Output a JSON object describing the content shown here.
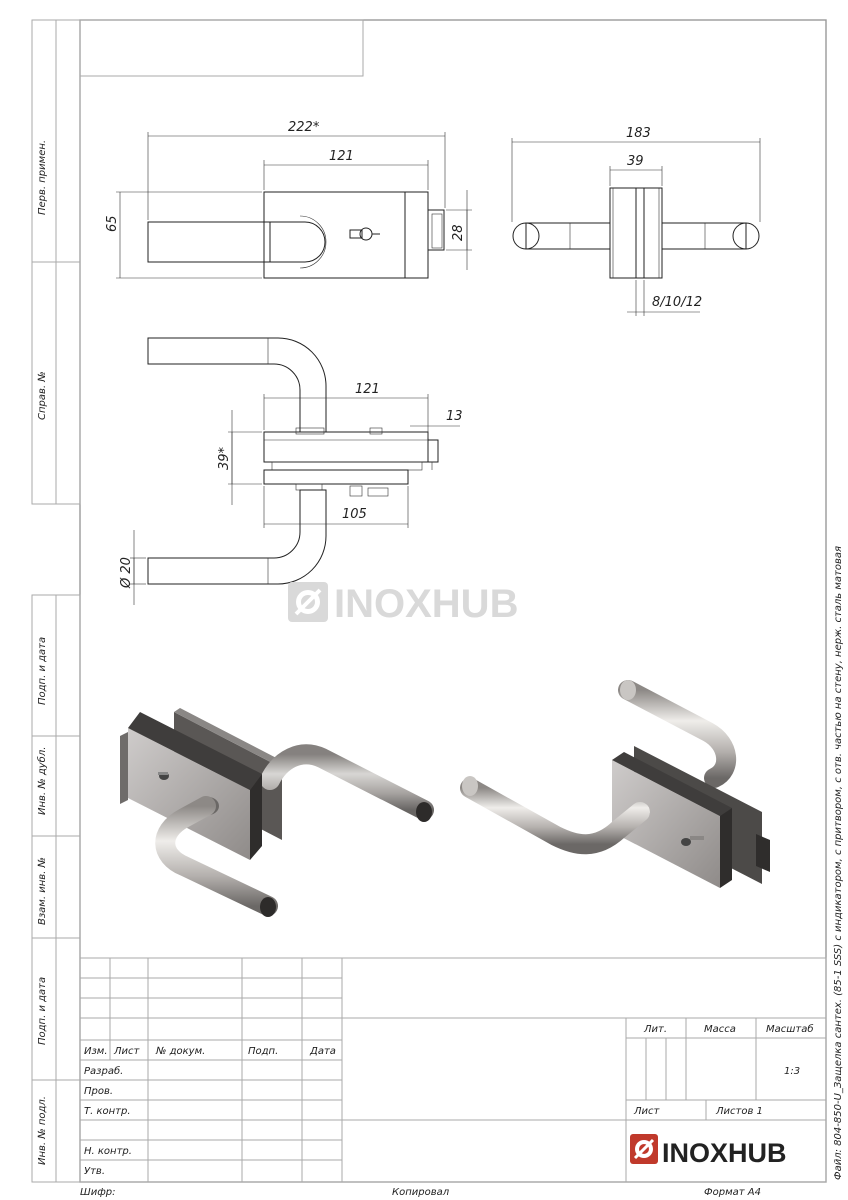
{
  "side_labels": {
    "perv_primen": "Перв. примен.",
    "sprav_no": "Справ. №",
    "podp_data_1": "Подп. и дата",
    "inv_dubl": "Инв. № дубл.",
    "vzam_inv": "Взам. инв. №",
    "podp_data_2": "Подп. и дата",
    "inv_podl": "Инв. № подл."
  },
  "dimensions": {
    "front_width_total": "222*",
    "front_body_width": "121",
    "front_height": "65",
    "front_latch_height": "28",
    "side_total": "183",
    "side_plate": "39",
    "side_glass": "8/10/12",
    "top_body_width": "121",
    "top_latch": "13",
    "top_plate_gap": "39*",
    "top_bottom_width": "105",
    "top_diameter": "Ø 20"
  },
  "watermark": {
    "text": "INOXHUB"
  },
  "title_block": {
    "col_izm": "Изм.",
    "col_list": "Лист",
    "col_dokum": "№ докум.",
    "col_podp": "Подп.",
    "col_data": "Дата",
    "row_razrab": "Разраб.",
    "row_prov": "Пров.",
    "row_tkontr": "Т. контр.",
    "row_nkontr": "Н. контр.",
    "row_utv": "Утв.",
    "lit": "Лит.",
    "massa": "Масса",
    "masshtab": "Масштаб",
    "scale_value": "1:3",
    "list": "Лист",
    "listov": "Листов 1",
    "logo_text": "INOXHUB"
  },
  "footer": {
    "shifr": "Шифр:",
    "kopiroval": "Копировал",
    "format": "Формат А4"
  },
  "file_caption": "Файл: 804-850-U_Защелка сантех. (85-1 SSS) с индикатором, с притвором, с отв. частью на стену, нерж. сталь матовая",
  "colors": {
    "line": "#222222",
    "frame": "#999999",
    "watermark": "#d9d9d9",
    "metal": "#b9b6b3",
    "dark_metal": "#3a3837"
  }
}
